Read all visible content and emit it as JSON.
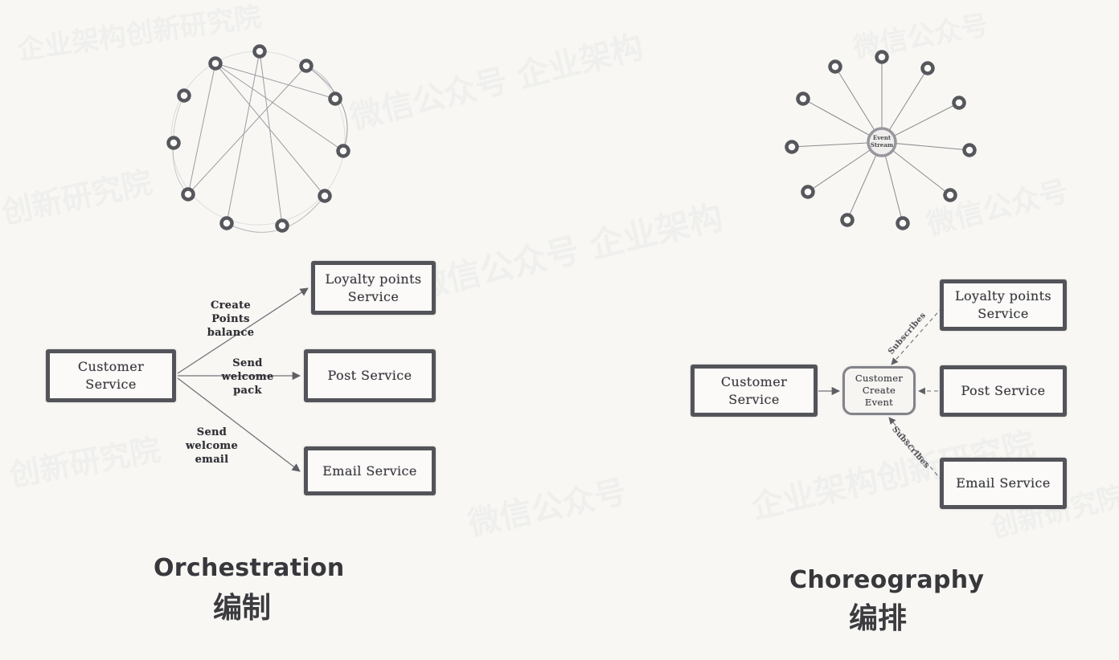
{
  "page": {
    "background": "#f8f7f4",
    "description": "Comparison diagram of microservice coordination styles: orchestration (point-to-point mesh, central orchestrator service calling others) versus choreography (event-stream hub, services subscribing to events)"
  },
  "colors": {
    "box_border": "#535459",
    "node_ring": "#56575c",
    "edge_line": "#86868e",
    "dashed_line": "#6f6f76",
    "title_text": "#38383c",
    "label_text": "#2f2f35"
  },
  "left": {
    "title_en": "Orchestration",
    "title_zh": "编制",
    "mesh": {
      "node_count": 11,
      "style": "circular mesh of ring nodes with criss-cross point-to-point links"
    },
    "boxes": {
      "customer": "Customer Service",
      "loyalty": "Loyalty points Service",
      "post": "Post Service",
      "email": "Email Service"
    },
    "arrows": {
      "create_points": "Create Points balance",
      "welcome_pack": "Send welcome pack",
      "welcome_email": "Send welcome email"
    }
  },
  "right": {
    "title_en": "Choreography",
    "title_zh": "编排",
    "hub": {
      "node_count": 11,
      "center_label": "Event Stream",
      "style": "hub-and-spoke ring nodes around central event stream"
    },
    "boxes": {
      "customer": "Customer Service",
      "event": "Customer Create Event",
      "loyalty": "Loyalty points Service",
      "post": "Post Service",
      "email": "Email Service"
    },
    "arrows": {
      "subscribes_top": "Subscribes",
      "subscribes_bottom": "Subscribes"
    }
  },
  "watermarks": [
    "微信公众号",
    "企业架构创新研究院",
    "创新研究院",
    "微信公众号 企业架构"
  ]
}
